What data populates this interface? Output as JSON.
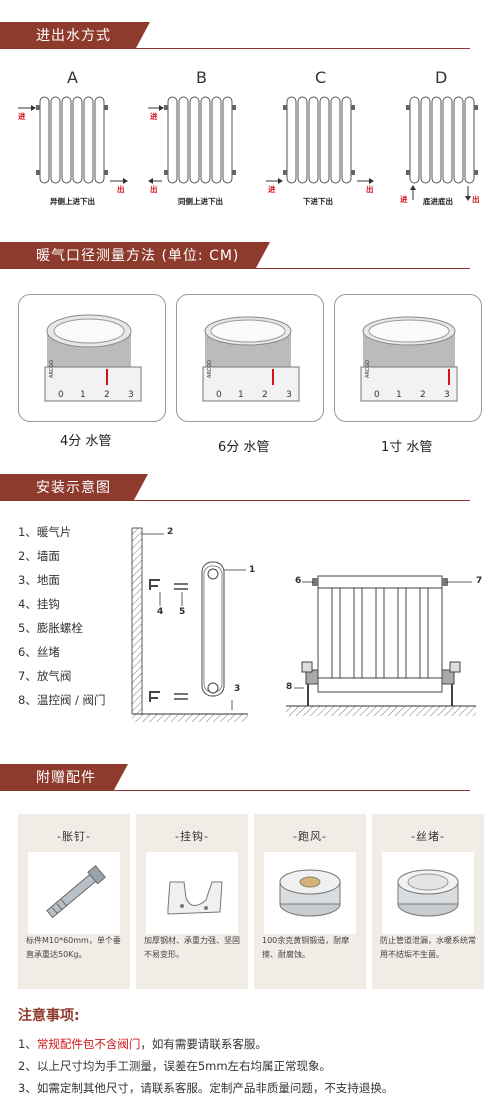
{
  "sections": {
    "inlet": "进出水方式",
    "measure": "暖气口径测量方法 (单位: CM)",
    "install": "安装示意图",
    "accessories": "附赠配件"
  },
  "inlet_modes": [
    {
      "letter": "A",
      "caption": "异侧上进下出",
      "in": "进",
      "out": "出"
    },
    {
      "letter": "B",
      "caption": "同侧上进下出",
      "in": "进",
      "out": "出"
    },
    {
      "letter": "C",
      "caption": "下进下出",
      "in": "进",
      "out": "出"
    },
    {
      "letter": "D",
      "caption": "底进底出",
      "in": "进",
      "out": "出"
    }
  ],
  "pipes": [
    {
      "caption": "4分 水管",
      "brand": "ARCGO",
      "ticks": [
        "0",
        "1",
        "2",
        "3"
      ]
    },
    {
      "caption": "6分 水管",
      "brand": "ARCGO",
      "ticks": [
        "0",
        "1",
        "2",
        "3"
      ]
    },
    {
      "caption": "1寸 水管",
      "brand": "ARCGO",
      "ticks": [
        "0",
        "1",
        "2",
        "3"
      ]
    }
  ],
  "install_list": [
    "1、暖气片",
    "2、墙面",
    "3、地面",
    "4、挂钩",
    "5、膨胀螺栓",
    "6、丝堵",
    "7、放气阀",
    "8、温控阀 / 阀门"
  ],
  "diagram_labels": {
    "n1": "1",
    "n2": "2",
    "n3": "3",
    "n4": "4",
    "n5": "5",
    "n6": "6",
    "n7": "7",
    "n8": "8"
  },
  "accessories": [
    {
      "title": "-胀钉-",
      "desc": "标件M10*60mm，单个垂直承重达50Kg。"
    },
    {
      "title": "-挂钩-",
      "desc": "加厚钢材、承重力强、坚固不易变形。"
    },
    {
      "title": "-跑风-",
      "desc": "100余克黄铜锻造，耐摩擦、耐腐蚀。"
    },
    {
      "title": "-丝堵-",
      "desc": "防止管道泄漏，水暖系统常用不结垢不生菌。"
    }
  ],
  "notes": {
    "title": "注意事项:",
    "n1_prefix": "1、",
    "n1_red": "常规配件包不含阀门",
    "n1_rest": "，如有需要请联系客服。",
    "n2": "2、以上尺寸均为手工测量，误差在5mm左右均属正常现象。",
    "n3": "3、如需定制其他尺寸，请联系客服。定制产品非质量问题，不支持退换。"
  },
  "colors": {
    "brand": "#8e3a2c",
    "red": "#d0141a"
  }
}
